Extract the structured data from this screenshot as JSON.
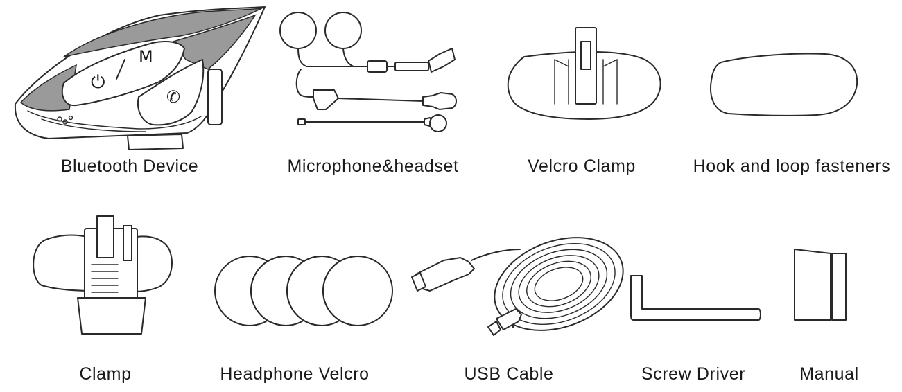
{
  "items": [
    {
      "id": "bluetooth-device",
      "label": "Bluetooth Device",
      "icon": "bluetooth-device-icon"
    },
    {
      "id": "microphone-headset",
      "label": "Microphone&headset",
      "icon": "microphone-headset-icon"
    },
    {
      "id": "velcro-clamp",
      "label": "Velcro Clamp",
      "icon": "velcro-clamp-icon"
    },
    {
      "id": "hook-loop",
      "label": "Hook and loop fasteners",
      "icon": "hook-loop-fastener-icon"
    },
    {
      "id": "clamp",
      "label": "Clamp",
      "icon": "clamp-icon"
    },
    {
      "id": "headphone-velcro",
      "label": "Headphone Velcro",
      "icon": "headphone-velcro-icon"
    },
    {
      "id": "usb-cable",
      "label": "USB Cable",
      "icon": "usb-cable-icon"
    },
    {
      "id": "screw-driver",
      "label": "Screw Driver",
      "icon": "screw-driver-icon"
    },
    {
      "id": "manual",
      "label": "Manual",
      "icon": "manual-icon"
    }
  ],
  "device_buttons": {
    "power": "⏻",
    "mode": "M",
    "phone": "✆"
  }
}
